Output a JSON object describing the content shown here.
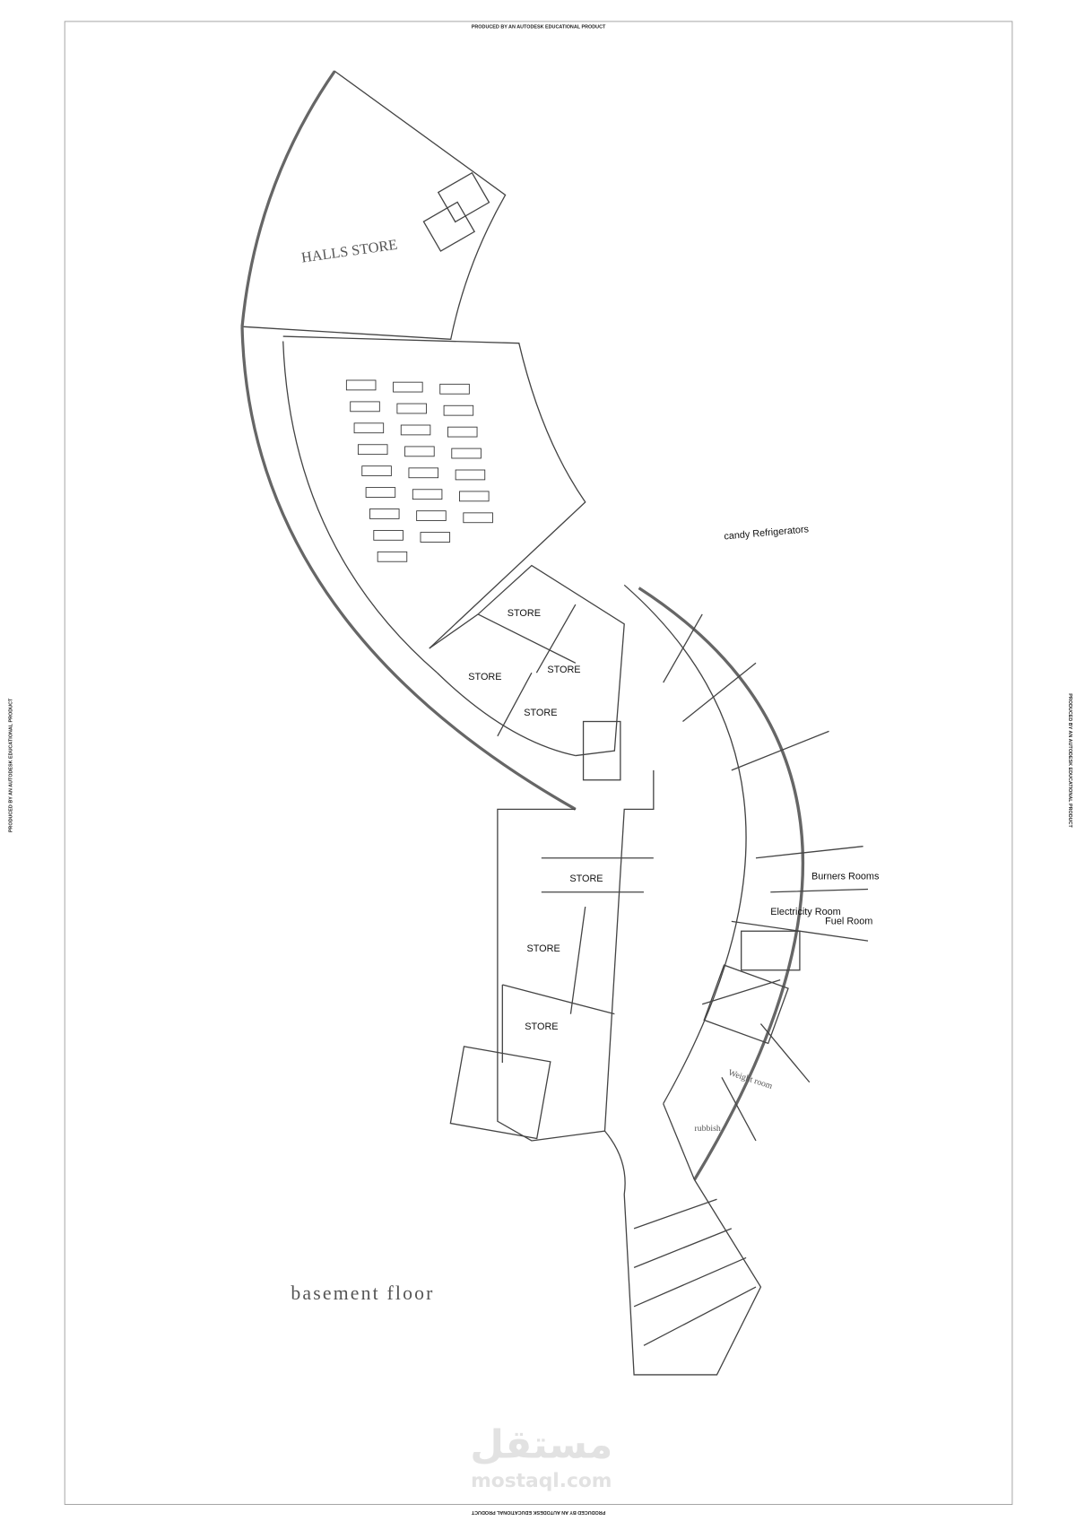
{
  "notice": "PRODUCED BY AN AUTODESK EDUCATIONAL PRODUCT",
  "title": "basement floor",
  "rooms": {
    "halls_store": "HALLS STORE",
    "candy_refrigerators": "candy Refrigerators",
    "store": "STORE",
    "burners_rooms": "Burners Rooms",
    "electricity_room": "Electricity Room",
    "fuel_room": "Fuel Room",
    "weight_room": "Weight room",
    "rubbish": "rubbish"
  },
  "watermark": {
    "arabic": "مستقل",
    "latin": "mostaql.com"
  }
}
